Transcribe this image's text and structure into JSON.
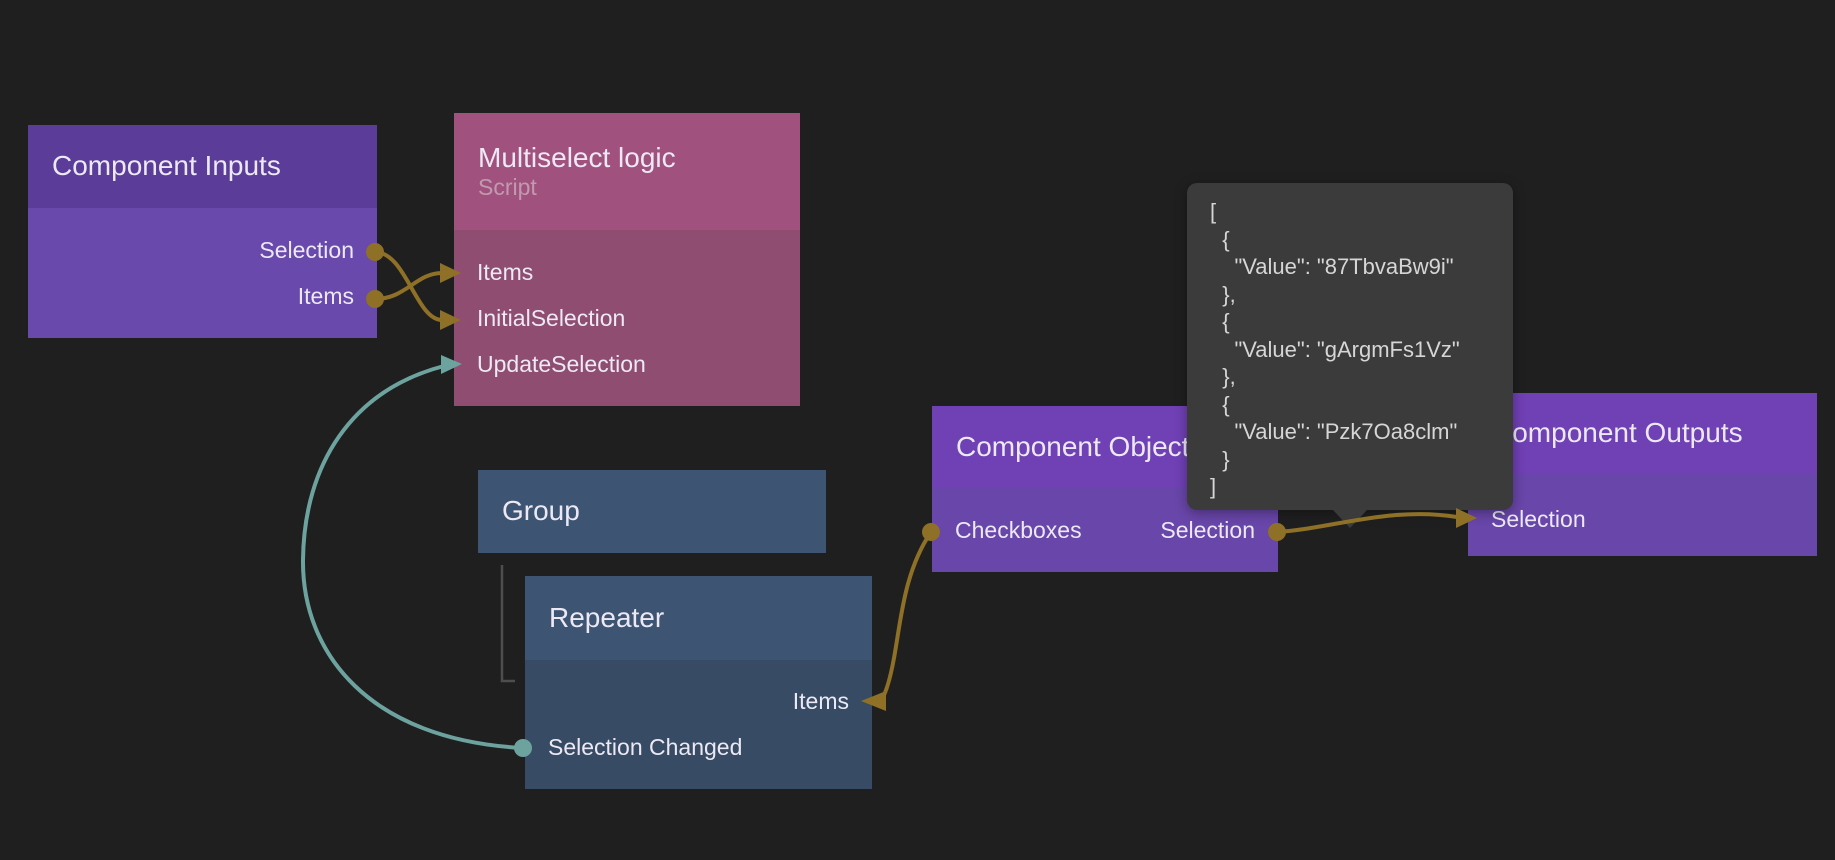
{
  "colors": {
    "background": "#1f1f20",
    "node_purple_header": "#5c3c99",
    "node_purple_body": "#6a49ac",
    "node_violet_header": "#7040b5",
    "node_violet_body": "#6946aa",
    "node_pink_header": "#a1517e",
    "node_pink_body": "#8f4d72",
    "node_blue_header": "#3d5472",
    "node_blue_body": "#374b64",
    "node_text": "#ece9f4",
    "subtitle_text": "#c09aae",
    "tooltip_bg": "#3b3b3b",
    "tooltip_text": "#d6d6d6",
    "gold": "#8e7026",
    "teal": "#6da39f",
    "hierarchy_line": "#4e4e4e"
  },
  "nodes": {
    "component_inputs": {
      "title": "Component Inputs",
      "ports": [
        {
          "label": "Selection",
          "side": "right",
          "kind": "output"
        },
        {
          "label": "Items",
          "side": "right",
          "kind": "output"
        }
      ]
    },
    "multiselect_logic": {
      "title": "Multiselect logic",
      "subtitle": "Script",
      "ports": [
        {
          "label": "Items",
          "side": "left",
          "kind": "input"
        },
        {
          "label": "InitialSelection",
          "side": "left",
          "kind": "input"
        },
        {
          "label": "UpdateSelection",
          "side": "left",
          "kind": "input"
        }
      ]
    },
    "group": {
      "title": "Group"
    },
    "repeater": {
      "title": "Repeater",
      "ports": [
        {
          "label": "Items",
          "side": "right",
          "kind": "input"
        },
        {
          "label": "Selection Changed",
          "side": "left",
          "kind": "output"
        }
      ]
    },
    "component_object": {
      "title": "Component Object",
      "ports": [
        {
          "label": "Checkboxes",
          "side": "left",
          "kind": "output"
        },
        {
          "label": "Selection",
          "side": "right",
          "kind": "output"
        }
      ]
    },
    "component_outputs": {
      "title": "Component Outputs",
      "ports": [
        {
          "label": "Selection",
          "side": "left",
          "kind": "input"
        }
      ]
    }
  },
  "connections": [
    {
      "from": "Component Inputs.Selection",
      "to": "Multiselect logic.InitialSelection",
      "color": "gold"
    },
    {
      "from": "Component Inputs.Items",
      "to": "Multiselect logic.Items",
      "color": "gold"
    },
    {
      "from": "Repeater.Selection Changed",
      "to": "Multiselect logic.UpdateSelection",
      "color": "teal"
    },
    {
      "from": "Component Object.Checkboxes",
      "to": "Repeater.Items",
      "color": "gold"
    },
    {
      "from": "Component Object.Selection",
      "to": "Component Outputs.Selection",
      "color": "gold"
    }
  ],
  "tooltip": {
    "lines": [
      "[",
      "  {",
      "    \"Value\": \"87TbvaBw9i\"",
      "  },",
      "  {",
      "    \"Value\": \"gArgmFs1Vz\"",
      "  },",
      "  {",
      "    \"Value\": \"Pzk7Oa8clm\"",
      "  }",
      "]"
    ]
  }
}
